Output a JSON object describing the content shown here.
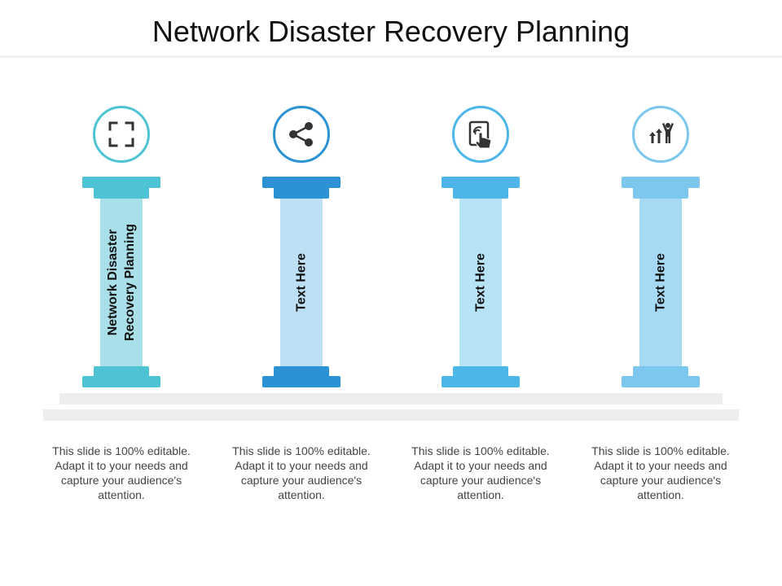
{
  "title": "Network Disaster Recovery Planning",
  "pillars": [
    {
      "label_lines": [
        "Network Disaster",
        "Recovery Planning"
      ],
      "icon": "expand-corners-icon",
      "color": "#4EC3D3",
      "shaft_color": "#A9DFE8",
      "description": "This slide is 100% editable. Adapt it to your needs and capture your audience's attention."
    },
    {
      "label_lines": [
        "Text Here"
      ],
      "icon": "share-network-icon",
      "color": "#2B93D4",
      "shaft_color": "#BDE0F4",
      "description": "This slide is 100% editable. Adapt it to your needs and capture your audience's attention."
    },
    {
      "label_lines": [
        "Text Here"
      ],
      "icon": "touch-tablet-icon",
      "color": "#4DB6E9",
      "shaft_color": "#B7E3F7",
      "description": "This slide is 100% editable. Adapt it to your needs and capture your audience's attention."
    },
    {
      "label_lines": [
        "Text Here"
      ],
      "icon": "growth-person-icon",
      "color": "#7CC7EE",
      "shaft_color": "#A6D9F4",
      "description": "This slide is 100% editable. Adapt it to your needs and capture your audience's attention."
    }
  ]
}
